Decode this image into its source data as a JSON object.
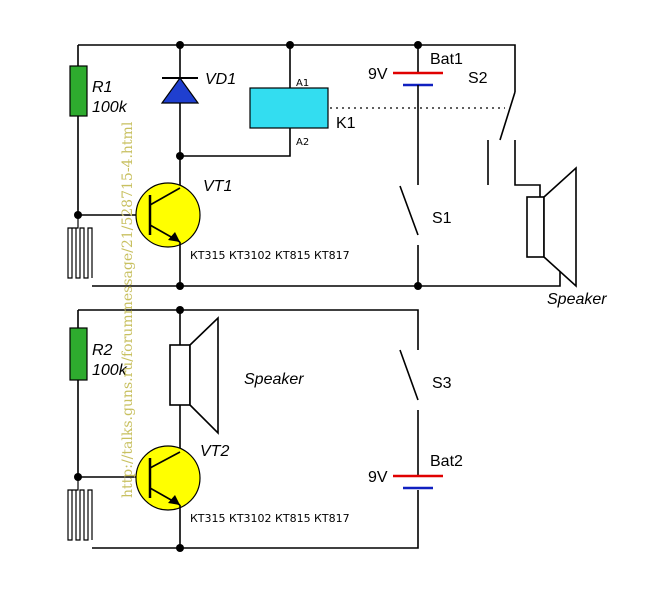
{
  "labels": {
    "r1": "R1",
    "r1_value": "100k",
    "r2": "R2",
    "r2_value": "100k",
    "vd1": "VD1",
    "vt1": "VT1",
    "vt2": "VT2",
    "k1": "K1",
    "a1": "A1",
    "a2": "A2",
    "bat1": "Bat1",
    "bat1_voltage": "9V",
    "bat2": "Bat2",
    "bat2_voltage": "9V",
    "s1": "S1",
    "s2": "S2",
    "s3": "S3",
    "speaker_top": "Speaker",
    "speaker_bottom": "Speaker",
    "vt1_types": "КТ315  КТ3102  КТ815  КТ817",
    "vt2_types": "КТ315  КТ3102  КТ815  КТ817",
    "watermark": "http://talks.guns.ru/forummessage/21/528715-4.html"
  },
  "colors": {
    "resistor": "#2eab2e",
    "diode": "#1f3fcf",
    "relay": "#33ddf0",
    "transistor": "#ffff00",
    "battery_plus": "#e00000",
    "battery_minus": "#1020c0",
    "watermark": "#c8c060"
  }
}
